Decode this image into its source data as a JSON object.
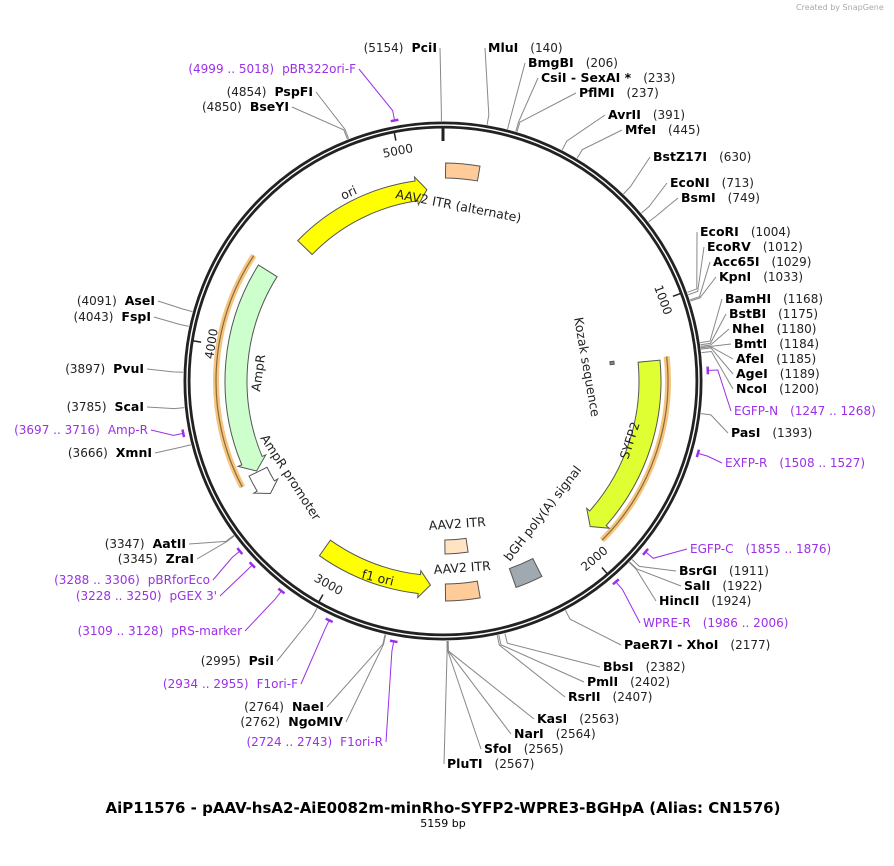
{
  "credit": "Created by SnapGene",
  "title": "AiP11576 - pAAV-hsA2-AiE0082m-minRho-SYFP2-WPRE3-BGHpA (Alias: CN1576)",
  "length_label": "5159 bp",
  "length_bp": 5159,
  "ticks": [
    "1000",
    "2000",
    "3000",
    "4000",
    "5000"
  ],
  "colors": {
    "ring": "#222222",
    "primer": "#9b30e8",
    "ori": "#ffff00",
    "ampr": "#ccffcc",
    "syfp2": "#e0ff33",
    "itr": "#ffcc99",
    "itr_light": "#ffe4c4",
    "bgh": "#a0a8b0",
    "orf_halo": "#f5c580"
  },
  "features": [
    {
      "name": "AAV2 ITR (alternate)",
      "start": 10,
      "end": 140,
      "type": "box",
      "color": "#ffcc99"
    },
    {
      "name": "ori",
      "start": 4500,
      "end": 5090,
      "type": "arrow-fwd",
      "color": "#ffff00"
    },
    {
      "name": "AmpR",
      "start": 3500,
      "end": 4330,
      "type": "arrow-rev",
      "color": "#ccffcc"
    },
    {
      "name": "AmpR promoter",
      "start": 3395,
      "end": 3495,
      "type": "arrow-rev",
      "color": "#ffffff"
    },
    {
      "name": "Kozak sequence",
      "start": 1195,
      "end": 1210,
      "type": "mark",
      "color": "#888888"
    },
    {
      "name": "SYFP2",
      "start": 1211,
      "end": 1930,
      "type": "arrow-fwd",
      "color": "#e0ff33"
    },
    {
      "name": "bGH poly(A) signal",
      "start": 2195,
      "end": 2300,
      "type": "box",
      "color": "#a0a8b0"
    },
    {
      "name": "AAV2 ITR",
      "start": 2460,
      "end": 2570,
      "type": "box",
      "color": "#ffe4c4"
    },
    {
      "name": "AAV2 ITR",
      "start": 2440,
      "end": 2570,
      "type": "box",
      "color": "#ffcc99"
    },
    {
      "name": "f1 ori",
      "start": 2630,
      "end": 3085,
      "type": "arrow-rev",
      "color": "#ffff00"
    }
  ],
  "sites": [
    {
      "name": "PciI",
      "pos": "(5154)",
      "bp": 5154
    },
    {
      "name": "MluI",
      "pos": "(140)",
      "bp": 140
    },
    {
      "name": "BmgBI",
      "pos": "(206)",
      "bp": 206
    },
    {
      "name": "CsiI  - SexAI *",
      "pos": "(233)",
      "bp": 233
    },
    {
      "name": "PflMI",
      "pos": "(237)",
      "bp": 237
    },
    {
      "name": "AvrII",
      "pos": "(391)",
      "bp": 391
    },
    {
      "name": "MfeI",
      "pos": "(445)",
      "bp": 445
    },
    {
      "name": "BstZ17I",
      "pos": "(630)",
      "bp": 630
    },
    {
      "name": "EcoNI",
      "pos": "(713)",
      "bp": 713
    },
    {
      "name": "BsmI",
      "pos": "(749)",
      "bp": 749
    },
    {
      "name": "EcoRI",
      "pos": "(1004)",
      "bp": 1004
    },
    {
      "name": "EcoRV",
      "pos": "(1012)",
      "bp": 1012
    },
    {
      "name": "Acc65I",
      "pos": "(1029)",
      "bp": 1029
    },
    {
      "name": "KpnI",
      "pos": "(1033)",
      "bp": 1033
    },
    {
      "name": "BamHI",
      "pos": "(1168)",
      "bp": 1168
    },
    {
      "name": "BstBI",
      "pos": "(1175)",
      "bp": 1175
    },
    {
      "name": "NheI",
      "pos": "(1180)",
      "bp": 1180
    },
    {
      "name": "BmtI",
      "pos": "(1184)",
      "bp": 1184
    },
    {
      "name": "AfeI",
      "pos": "(1185)",
      "bp": 1185
    },
    {
      "name": "AgeI",
      "pos": "(1189)",
      "bp": 1189
    },
    {
      "name": "NcoI",
      "pos": "(1200)",
      "bp": 1200
    },
    {
      "name": "PasI",
      "pos": "(1393)",
      "bp": 1393
    },
    {
      "name": "BsrGI",
      "pos": "(1911)",
      "bp": 1911
    },
    {
      "name": "SalI",
      "pos": "(1922)",
      "bp": 1922
    },
    {
      "name": "HincII",
      "pos": "(1924)",
      "bp": 1924
    },
    {
      "name": "PaeR7I  - XhoI",
      "pos": "(2177)",
      "bp": 2177
    },
    {
      "name": "BbsI",
      "pos": "(2382)",
      "bp": 2382
    },
    {
      "name": "PmlI",
      "pos": "(2402)",
      "bp": 2402
    },
    {
      "name": "RsrII",
      "pos": "(2407)",
      "bp": 2407
    },
    {
      "name": "KasI",
      "pos": "(2563)",
      "bp": 2563
    },
    {
      "name": "NarI",
      "pos": "(2564)",
      "bp": 2564
    },
    {
      "name": "SfoI",
      "pos": "(2565)",
      "bp": 2565
    },
    {
      "name": "PluTI",
      "pos": "(2567)",
      "bp": 2567
    },
    {
      "name": "PspFI",
      "pos": "(4854)",
      "bp": 4854
    },
    {
      "name": "BseYI",
      "pos": "(4850)",
      "bp": 4850
    },
    {
      "name": "AseI",
      "pos": "(4091)",
      "bp": 4091
    },
    {
      "name": "FspI",
      "pos": "(4043)",
      "bp": 4043
    },
    {
      "name": "PvuI",
      "pos": "(3897)",
      "bp": 3897
    },
    {
      "name": "ScaI",
      "pos": "(3785)",
      "bp": 3785
    },
    {
      "name": "XmnI",
      "pos": "(3666)",
      "bp": 3666
    },
    {
      "name": "AatII",
      "pos": "(3347)",
      "bp": 3347
    },
    {
      "name": "ZraI",
      "pos": "(3345)",
      "bp": 3345
    },
    {
      "name": "PsiI",
      "pos": "(2995)",
      "bp": 2995
    },
    {
      "name": "NaeI",
      "pos": "(2764)",
      "bp": 2764
    },
    {
      "name": "NgoMIV",
      "pos": "(2762)",
      "bp": 2762
    }
  ],
  "primers": [
    {
      "name": "pBR322ori-F",
      "pos": "(4999 .. 5018)",
      "bp": 5008
    },
    {
      "name": "EGFP-N",
      "pos": "(1247 .. 1268)",
      "bp": 1257
    },
    {
      "name": "EXFP-R",
      "pos": "(1508 .. 1527)",
      "bp": 1517
    },
    {
      "name": "EGFP-C",
      "pos": "(1855 .. 1876)",
      "bp": 1865
    },
    {
      "name": "WPRE-R",
      "pos": "(1986 .. 2006)",
      "bp": 1996
    },
    {
      "name": "Amp-R",
      "pos": "(3697 .. 3716)",
      "bp": 3706
    },
    {
      "name": "pBRforEco",
      "pos": "(3288 .. 3306)",
      "bp": 3297
    },
    {
      "name": "pGEX 3'",
      "pos": "(3228 .. 3250)",
      "bp": 3239
    },
    {
      "name": "pRS-marker",
      "pos": "(3109 .. 3128)",
      "bp": 3118
    },
    {
      "name": "F1ori-F",
      "pos": "(2934 .. 2955)",
      "bp": 2944
    },
    {
      "name": "F1ori-R",
      "pos": "(2724 .. 2743)",
      "bp": 2733
    }
  ]
}
